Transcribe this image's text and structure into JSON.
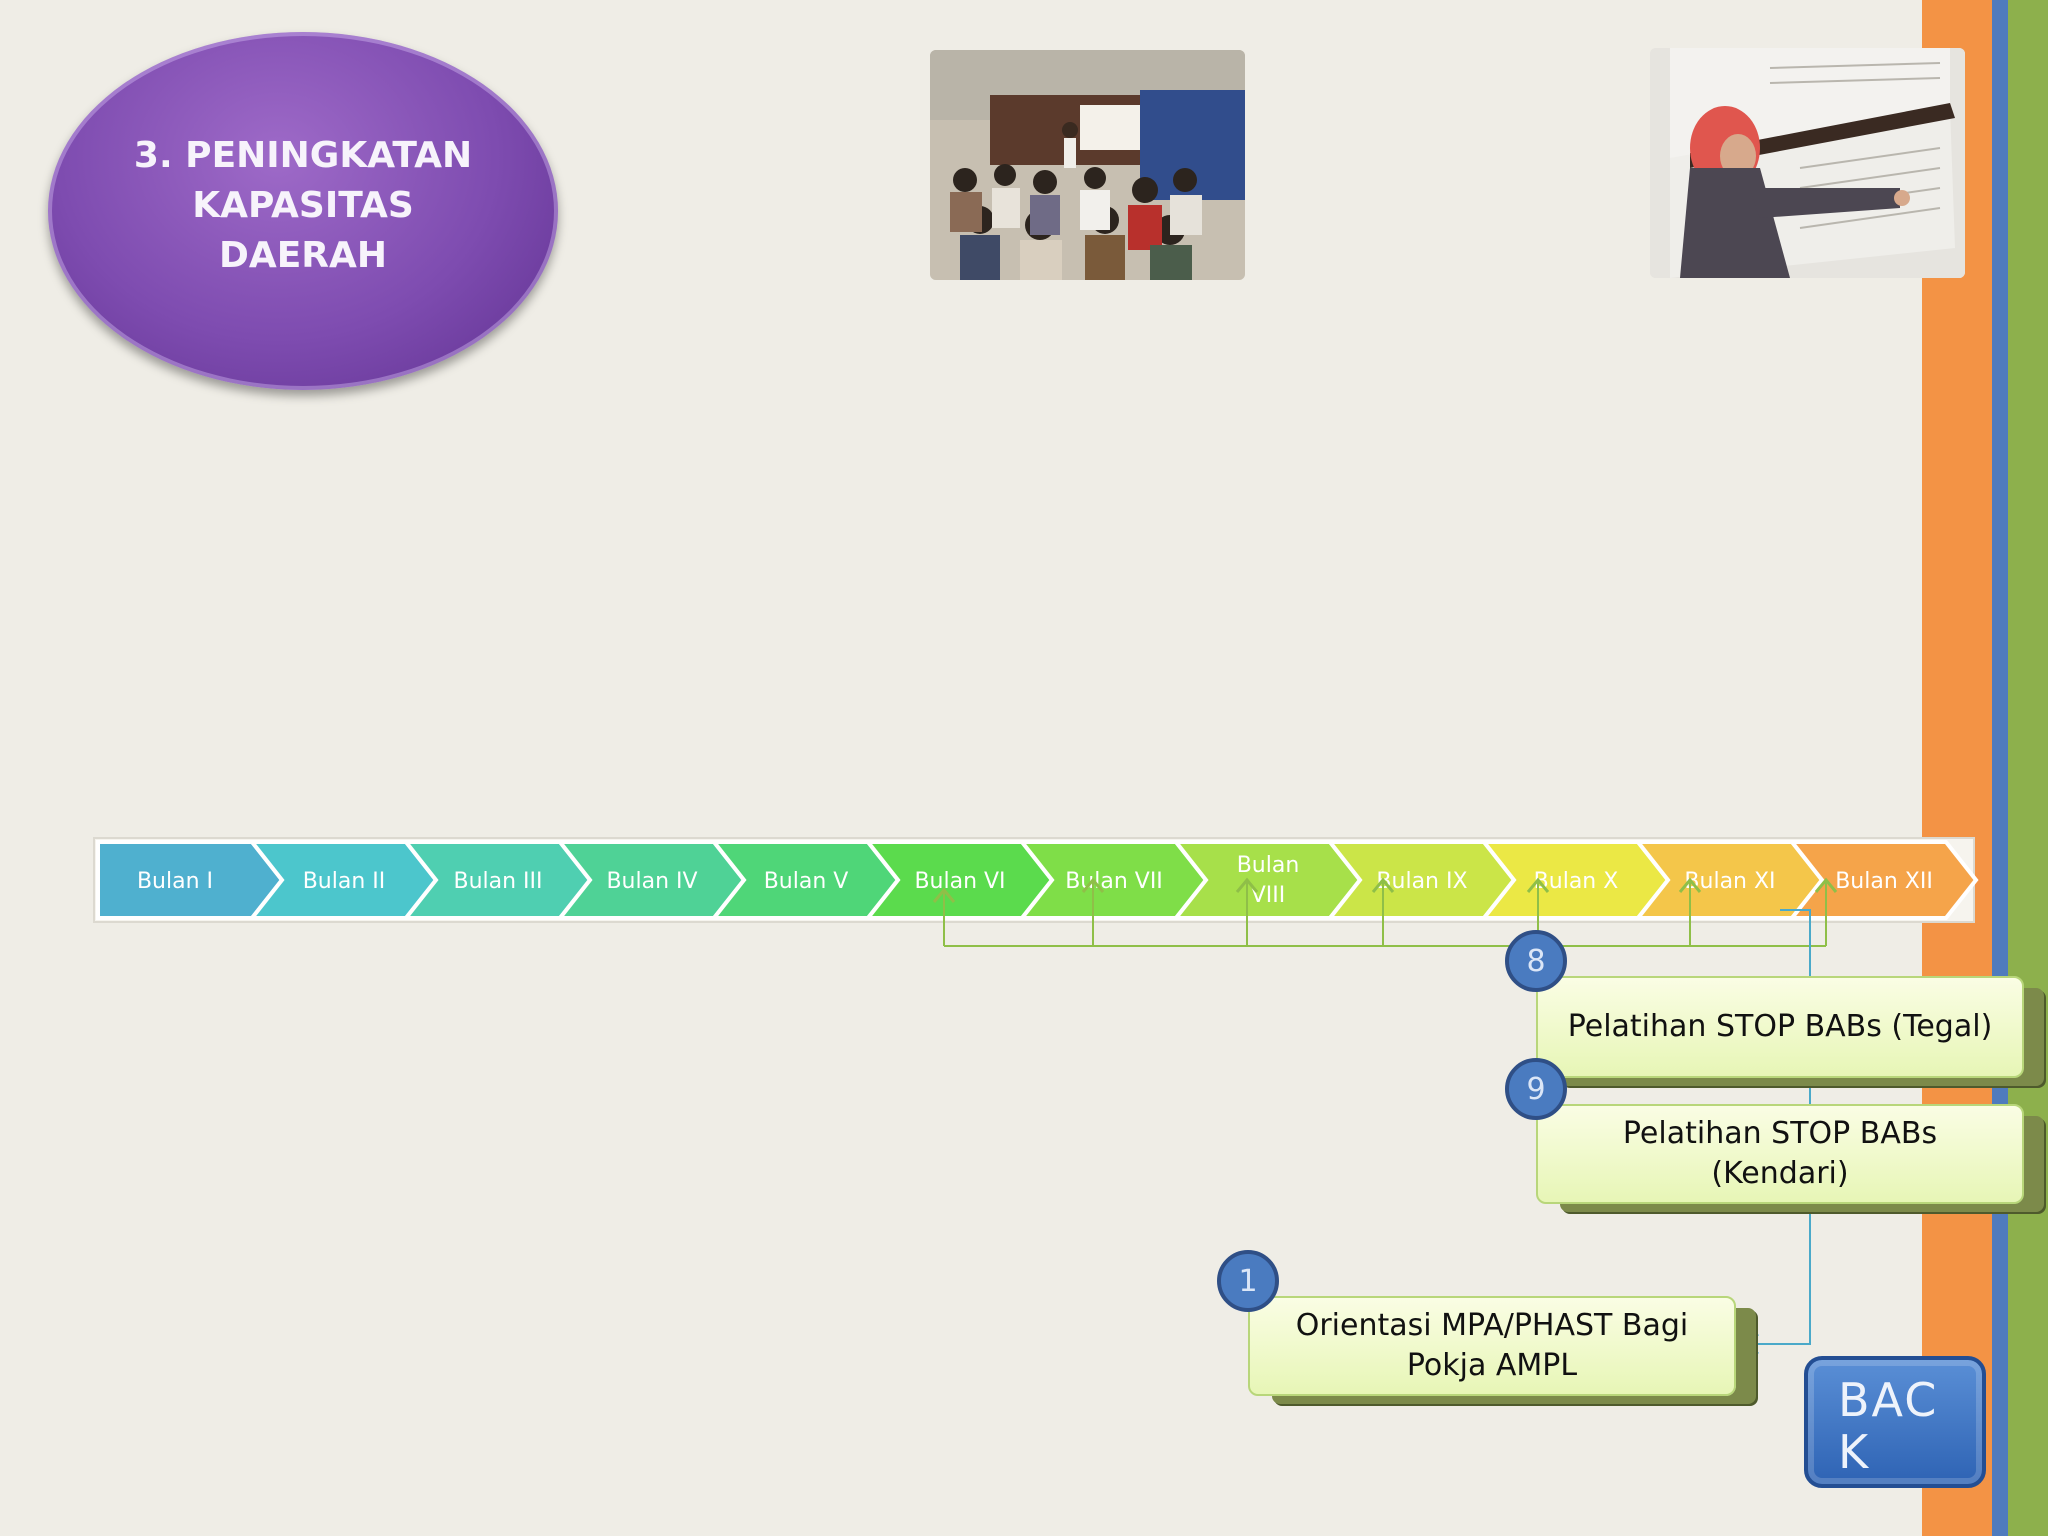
{
  "title": "3. PENINGKATAN\nKAPASITAS\nDAERAH",
  "timeline": {
    "months": [
      {
        "label": "Bulan I",
        "color": "#4fb0cf"
      },
      {
        "label": "Bulan II",
        "color": "#4cc6cc"
      },
      {
        "label": "Bulan III",
        "color": "#4fcfb1"
      },
      {
        "label": "Bulan IV",
        "color": "#4fd296"
      },
      {
        "label": "Bulan V",
        "color": "#4fd678"
      },
      {
        "label": "Bulan VI",
        "color": "#5bdb4d"
      },
      {
        "label": "Bulan VII",
        "color": "#7fde48"
      },
      {
        "label": "Bulan VIII",
        "color": "#a7e04a"
      },
      {
        "label": "Bulan IX",
        "color": "#cbe548"
      },
      {
        "label": "Bulan X",
        "color": "#ebe845"
      },
      {
        "label": "Bulan XI",
        "color": "#f4c64a"
      },
      {
        "label": "Bulan XII",
        "color": "#f5a44a"
      }
    ]
  },
  "activities": [
    {
      "label": "Pelatihan STOP BABs (Tegal)",
      "badge": "8"
    },
    {
      "label": "Pelatihan STOP BABs (Kendari)",
      "badge": "9"
    },
    {
      "label": "Orientasi MPA/PHAST Bagi Pokja AMPL",
      "badge": "1"
    }
  ],
  "back_button": {
    "label": "BACK"
  },
  "colors": {
    "connector_green": "#8fbf48",
    "connector_blue": "#4aa9c9"
  }
}
